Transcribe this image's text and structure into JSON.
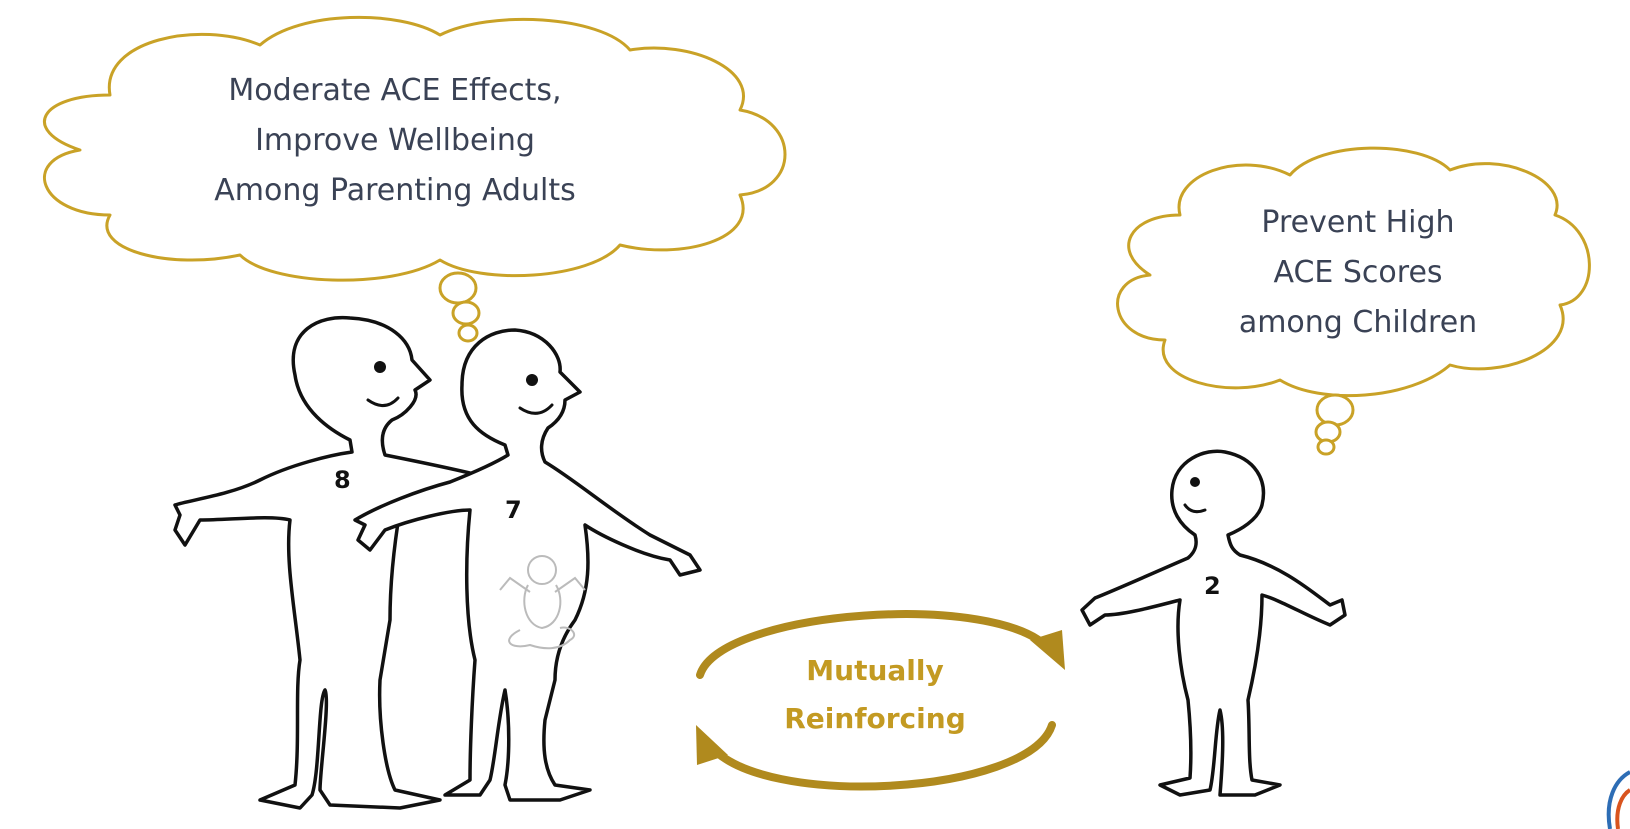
{
  "cloud_left": {
    "lines": [
      "Moderate ACE Effects,",
      "Improve Wellbeing",
      "Among Parenting Adults"
    ]
  },
  "cloud_right": {
    "lines": [
      "Prevent High",
      "ACE Scores",
      "among Children"
    ]
  },
  "figures": {
    "adult1_score": "8",
    "adult2_score": "7",
    "child_score": "2"
  },
  "cycle": {
    "line1": "Mutually",
    "line2": "Reinforcing"
  },
  "colors": {
    "gold": "#c9a227",
    "text": "#3a4255"
  }
}
